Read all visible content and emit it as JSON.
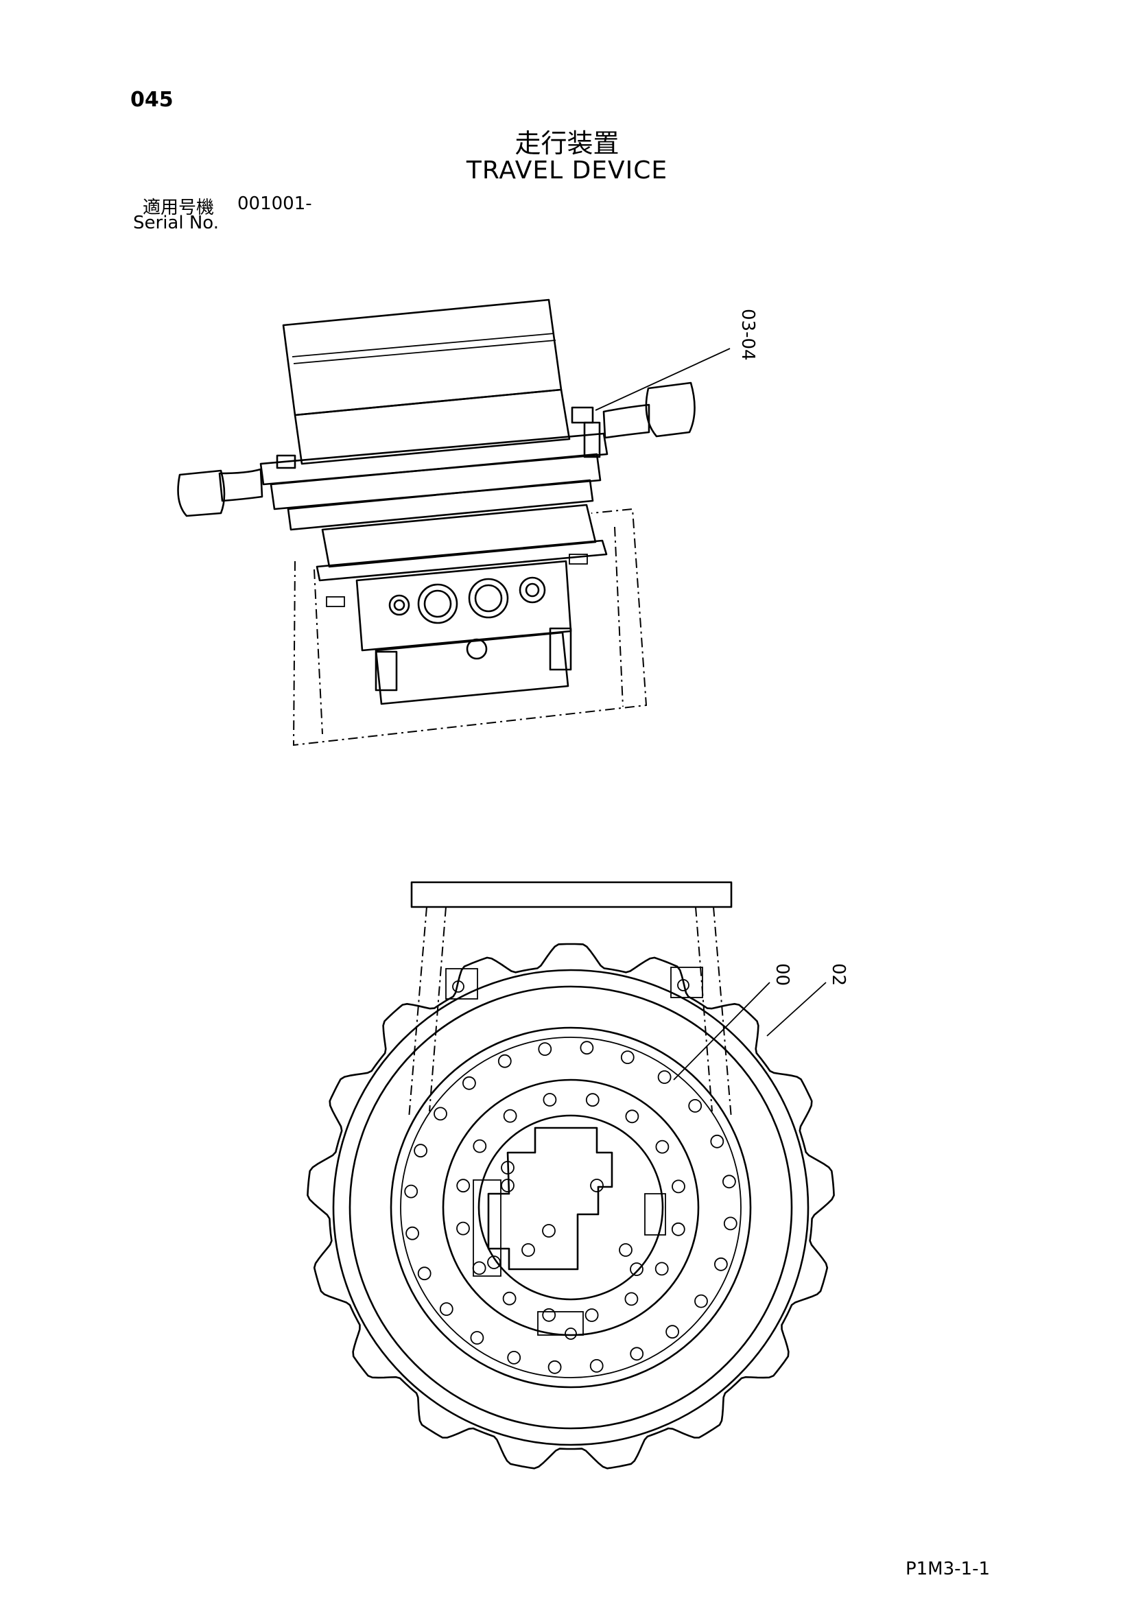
{
  "header": {
    "page_number": "045",
    "title_jp": "走行装置",
    "title_en": "TRAVEL DEVICE",
    "serial_label_jp": "適用号機",
    "serial_value": "001001-",
    "serial_label_en": "Serial No."
  },
  "callouts": {
    "top": "03-04",
    "inner": "00",
    "outer": "02"
  },
  "footer": {
    "drawing_code": "P1M3-1-1"
  }
}
